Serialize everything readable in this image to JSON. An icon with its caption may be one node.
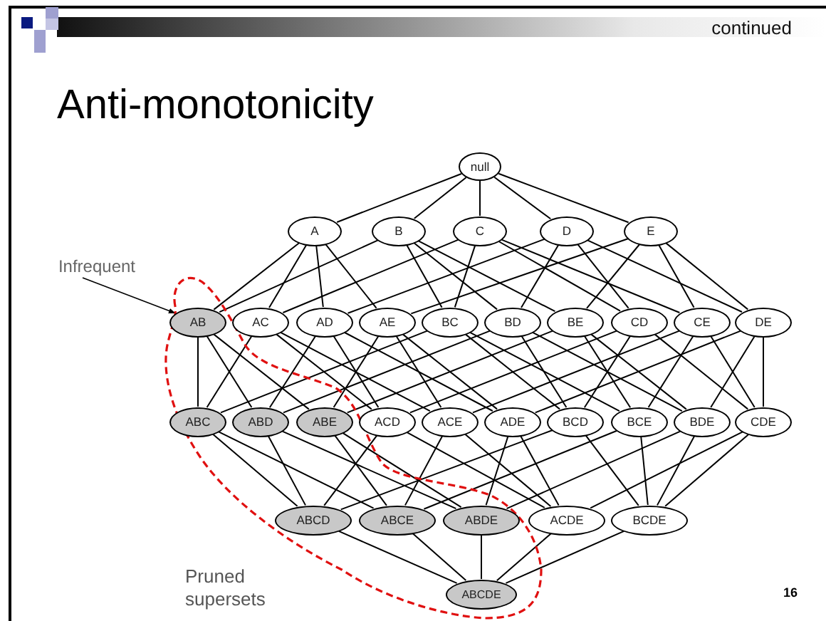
{
  "diagram": {
    "title": "Anti-monotonicity",
    "nodes": [
      {
        "text": [
          "null"
        ]
      },
      {
        "text": [
          "A"
        ]
      },
      {
        "text": [
          "B"
        ]
      },
      {
        "text": [
          "C"
        ]
      },
      {
        "text": [
          "D"
        ]
      },
      {
        "text": [
          "E"
        ]
      },
      {
        "text": [
          "AB"
        ]
      },
      {
        "text": [
          "AC"
        ]
      },
      {
        "text": [
          "AD"
        ]
      },
      {
        "text": [
          "AE"
        ]
      },
      {
        "text": [
          "BC"
        ]
      },
      {
        "text": [
          "BD"
        ]
      },
      {
        "text": [
          "BE"
        ]
      },
      {
        "text": [
          "CD"
        ]
      },
      {
        "text": [
          "CE"
        ]
      },
      {
        "text": [
          "DE"
        ]
      },
      {
        "text": [
          "ABC"
        ]
      },
      {
        "text": [
          "ABD"
        ]
      },
      {
        "text": [
          "ABE"
        ]
      },
      {
        "text": [
          "ACD"
        ]
      },
      {
        "text": [
          "ACE"
        ]
      },
      {
        "text": [
          "ADE"
        ]
      },
      {
        "text": [
          "BCD"
        ]
      },
      {
        "text": [
          "BCE"
        ]
      },
      {
        "text": [
          "BDE"
        ]
      },
      {
        "text": [
          "CDE"
        ]
      },
      {
        "text": [
          "ABCD"
        ]
      },
      {
        "text": [
          "ABCE"
        ]
      },
      {
        "text": [
          "ABDE"
        ]
      },
      {
        "text": [
          "ACDE"
        ]
      },
      {
        "text": [
          "BCDE"
        ]
      },
      {
        "text": [
          "ABCDE"
        ]
      },
      {
        "text": [
          "Infrequent"
        ]
      }
    ],
    "edges": [
      {
        "from": 0,
        "to": 1,
        "arrow": "none"
      },
      {
        "from": 0,
        "to": 2,
        "arrow": "none"
      },
      {
        "from": 0,
        "to": 3,
        "arrow": "none"
      },
      {
        "from": 0,
        "to": 4,
        "arrow": "none"
      },
      {
        "from": 0,
        "to": 5,
        "arrow": "none"
      },
      {
        "from": 1,
        "to": 6,
        "arrow": "none"
      },
      {
        "from": 1,
        "to": 7,
        "arrow": "none"
      },
      {
        "from": 1,
        "to": 8,
        "arrow": "none"
      },
      {
        "from": 1,
        "to": 9,
        "arrow": "none"
      },
      {
        "from": 2,
        "to": 6,
        "arrow": "none"
      },
      {
        "from": 2,
        "to": 10,
        "arrow": "none"
      },
      {
        "from": 2,
        "to": 11,
        "arrow": "none"
      },
      {
        "from": 2,
        "to": 12,
        "arrow": "none"
      },
      {
        "from": 3,
        "to": 7,
        "arrow": "none"
      },
      {
        "from": 3,
        "to": 10,
        "arrow": "none"
      },
      {
        "from": 3,
        "to": 13,
        "arrow": "none"
      },
      {
        "from": 3,
        "to": 14,
        "arrow": "none"
      },
      {
        "from": 4,
        "to": 8,
        "arrow": "none"
      },
      {
        "from": 4,
        "to": 11,
        "arrow": "none"
      },
      {
        "from": 4,
        "to": 13,
        "arrow": "none"
      },
      {
        "from": 4,
        "to": 15,
        "arrow": "none"
      },
      {
        "from": 5,
        "to": 9,
        "arrow": "none"
      },
      {
        "from": 5,
        "to": 12,
        "arrow": "none"
      },
      {
        "from": 5,
        "to": 14,
        "arrow": "none"
      },
      {
        "from": 5,
        "to": 15,
        "arrow": "none"
      },
      {
        "from": 6,
        "to": 16,
        "arrow": "none"
      },
      {
        "from": 6,
        "to": 17,
        "arrow": "none"
      },
      {
        "from": 6,
        "to": 18,
        "arrow": "none"
      },
      {
        "from": 7,
        "to": 16,
        "arrow": "none"
      },
      {
        "from": 7,
        "to": 19,
        "arrow": "none"
      },
      {
        "from": 7,
        "to": 20,
        "arrow": "none"
      },
      {
        "from": 8,
        "to": 17,
        "arrow": "none"
      },
      {
        "from": 8,
        "to": 19,
        "arrow": "none"
      },
      {
        "from": 8,
        "to": 21,
        "arrow": "none"
      },
      {
        "from": 9,
        "to": 18,
        "arrow": "none"
      },
      {
        "from": 9,
        "to": 20,
        "arrow": "none"
      },
      {
        "from": 9,
        "to": 21,
        "arrow": "none"
      },
      {
        "from": 10,
        "to": 16,
        "arrow": "none"
      },
      {
        "from": 10,
        "to": 22,
        "arrow": "none"
      },
      {
        "from": 10,
        "to": 23,
        "arrow": "none"
      },
      {
        "from": 11,
        "to": 17,
        "arrow": "none"
      },
      {
        "from": 11,
        "to": 22,
        "arrow": "none"
      },
      {
        "from": 11,
        "to": 24,
        "arrow": "none"
      },
      {
        "from": 12,
        "to": 18,
        "arrow": "none"
      },
      {
        "from": 12,
        "to": 23,
        "arrow": "none"
      },
      {
        "from": 12,
        "to": 24,
        "arrow": "none"
      },
      {
        "from": 13,
        "to": 19,
        "arrow": "none"
      },
      {
        "from": 13,
        "to": 22,
        "arrow": "none"
      },
      {
        "from": 13,
        "to": 25,
        "arrow": "none"
      },
      {
        "from": 14,
        "to": 20,
        "arrow": "none"
      },
      {
        "from": 14,
        "to": 23,
        "arrow": "none"
      },
      {
        "from": 14,
        "to": 25,
        "arrow": "none"
      },
      {
        "from": 15,
        "to": 21,
        "arrow": "none"
      },
      {
        "from": 15,
        "to": 24,
        "arrow": "none"
      },
      {
        "from": 15,
        "to": 25,
        "arrow": "none"
      },
      {
        "from": 16,
        "to": 26,
        "arrow": "none"
      },
      {
        "from": 16,
        "to": 27,
        "arrow": "none"
      },
      {
        "from": 17,
        "to": 26,
        "arrow": "none"
      },
      {
        "from": 17,
        "to": 28,
        "arrow": "none"
      },
      {
        "from": 18,
        "to": 27,
        "arrow": "none"
      },
      {
        "from": 18,
        "to": 28,
        "arrow": "none"
      },
      {
        "from": 19,
        "to": 26,
        "arrow": "none"
      },
      {
        "from": 19,
        "to": 29,
        "arrow": "none"
      },
      {
        "from": 20,
        "to": 27,
        "arrow": "none"
      },
      {
        "from": 20,
        "to": 29,
        "arrow": "none"
      },
      {
        "from": 21,
        "to": 28,
        "arrow": "none"
      },
      {
        "from": 21,
        "to": 29,
        "arrow": "none"
      },
      {
        "from": 22,
        "to": 26,
        "arrow": "none"
      },
      {
        "from": 22,
        "to": 30,
        "arrow": "none"
      },
      {
        "from": 23,
        "to": 27,
        "arrow": "none"
      },
      {
        "from": 23,
        "to": 30,
        "arrow": "none"
      },
      {
        "from": 24,
        "to": 28,
        "arrow": "none"
      },
      {
        "from": 24,
        "to": 30,
        "arrow": "none"
      },
      {
        "from": 25,
        "to": 29,
        "arrow": "none"
      },
      {
        "from": 25,
        "to": 30,
        "arrow": "none"
      },
      {
        "from": 26,
        "to": 31,
        "arrow": "none"
      },
      {
        "from": 27,
        "to": 31,
        "arrow": "none"
      },
      {
        "from": 28,
        "to": 31,
        "arrow": "none"
      },
      {
        "from": 29,
        "to": 31,
        "arrow": "none"
      },
      {
        "from": 30,
        "to": 31,
        "arrow": "none"
      },
      {
        "from": 32,
        "to": 6,
        "arrow": "to"
      }
    ],
    "labels": [
      "continued",
      "Pruned supersets",
      "16"
    ]
  }
}
